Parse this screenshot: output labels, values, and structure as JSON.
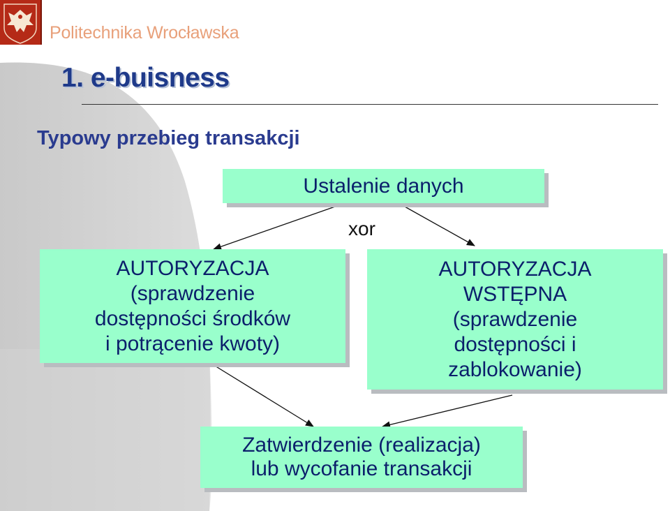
{
  "header": {
    "brand": "Politechnika Wrocławska",
    "title": "1. e-buisness",
    "subtitle": "Typowy przebieg transakcji"
  },
  "diagram": {
    "top_box": "Ustalenie danych",
    "connector_label": "xor",
    "left_box": "AUTORYZACJA\n(sprawdzenie\ndostępności środków\ni potrącenie kwoty)",
    "right_box": "AUTORYZACJA\nWSTĘPNA\n(sprawdzenie\ndostępności i\nzablokowanie)",
    "bottom_box": "Zatwierdzenie (realizacja)\nlub wycofanie transakcji"
  },
  "colors": {
    "box_fill": "#99ffcc",
    "box_shadow": "#b9bcc0",
    "title": "#1f3a8a",
    "brand": "#e8a07a",
    "logo": "#b52a17"
  },
  "icons": [
    "university-crest-icon"
  ]
}
